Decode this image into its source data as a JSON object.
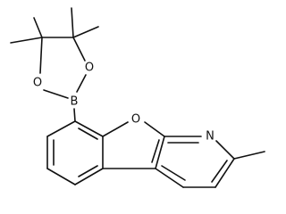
{
  "molecule": {
    "atoms": {
      "boron": "B",
      "oxygen_ring_top": "O",
      "oxygen_ring_left": "O",
      "oxygen_furan": "O",
      "nitrogen": "N"
    }
  }
}
